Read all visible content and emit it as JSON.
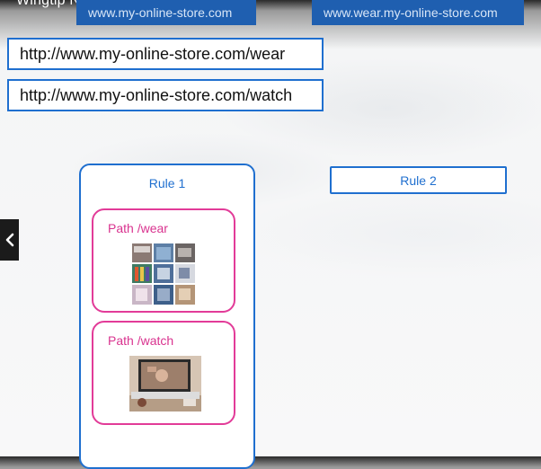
{
  "header": {
    "title": "Wingtip Networking",
    "domains": [
      "www.my-online-store.com",
      "www.wear.my-online-store.com"
    ]
  },
  "urls": [
    "http://www.my-online-store.com/wear",
    "http://www.my-online-store.com/watch"
  ],
  "rules": [
    {
      "label": "Rule 1",
      "paths": [
        {
          "label": "Path /wear",
          "image": "clothing-collage"
        },
        {
          "label": "Path /watch",
          "image": "laptop-video"
        }
      ]
    },
    {
      "label": "Rule 2"
    }
  ],
  "nav": {
    "icon": "chevron-left-icon"
  },
  "colors": {
    "accent_blue": "#1f6fcf",
    "domain_bar": "#1f5fb0",
    "path_pink": "#e23b98",
    "path_text": "#d9338f"
  }
}
